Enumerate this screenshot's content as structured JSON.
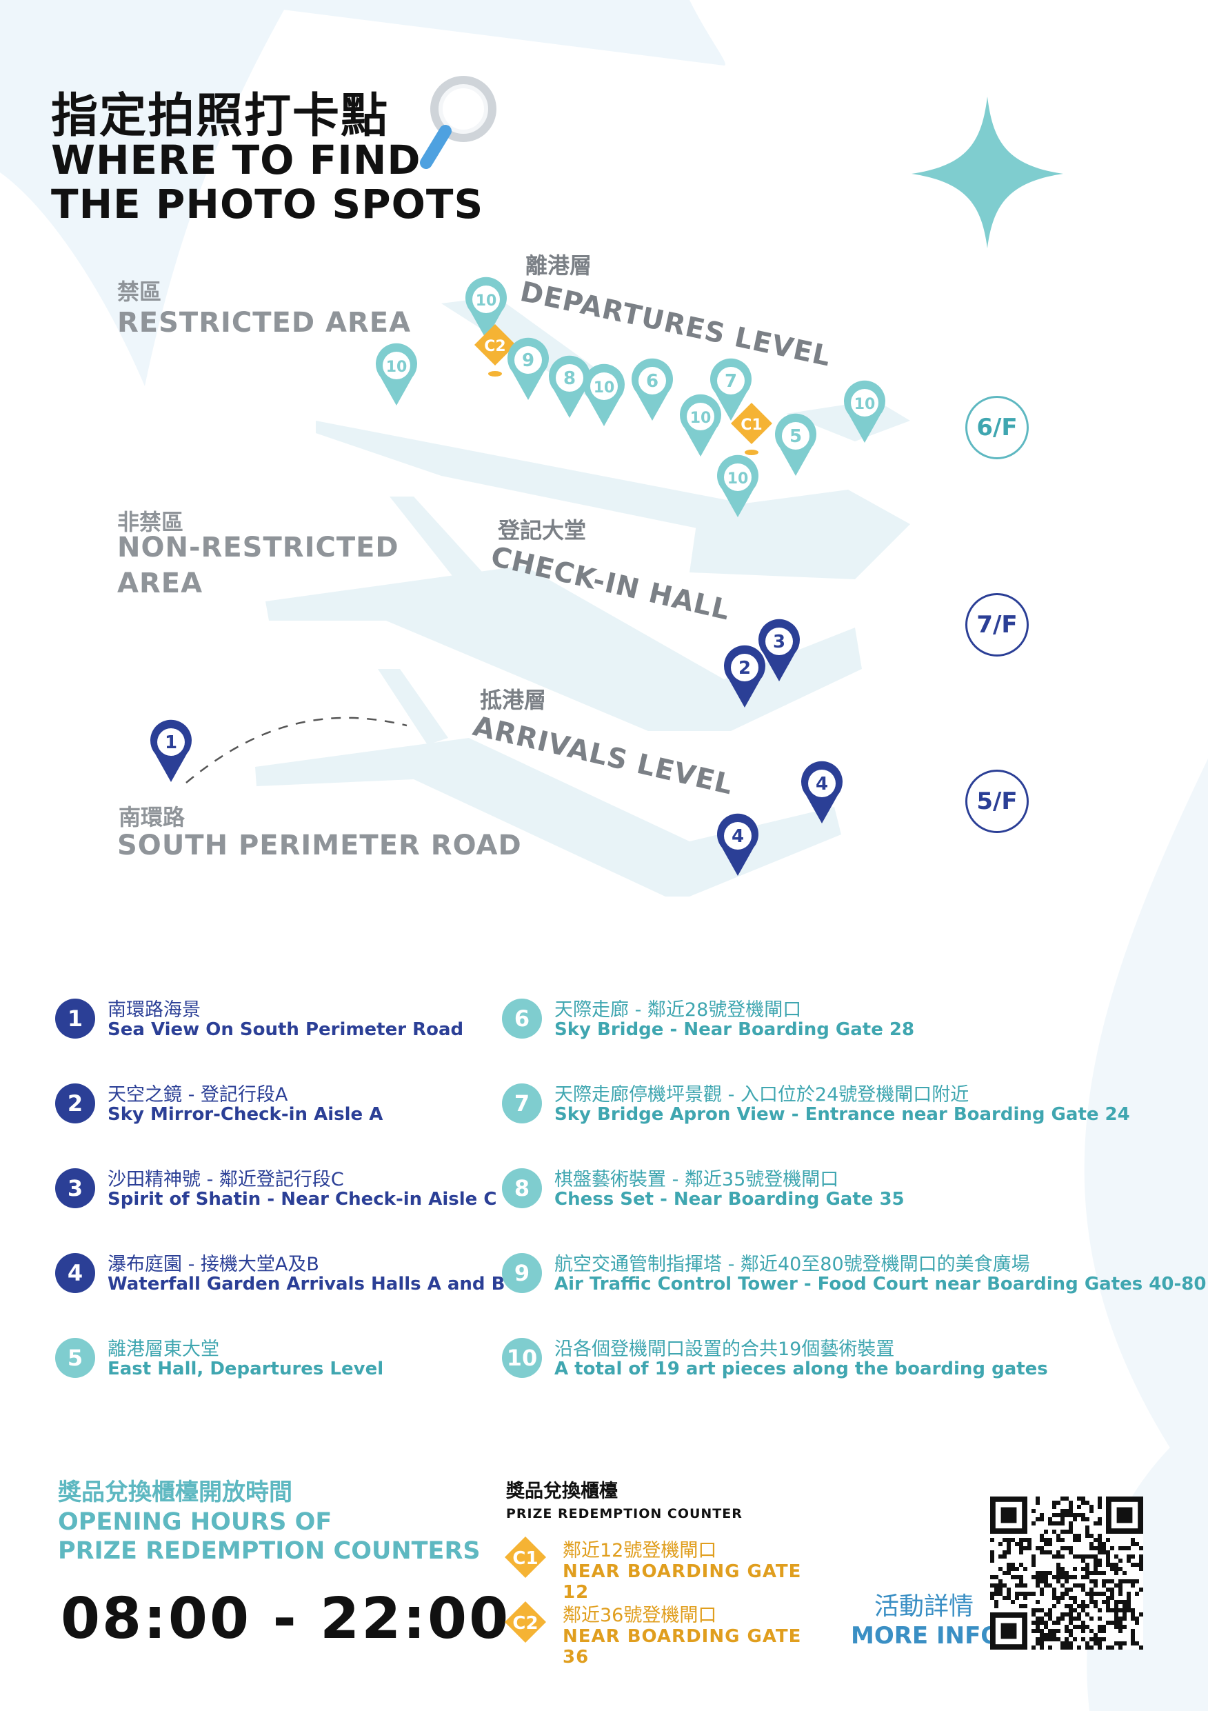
{
  "header": {
    "title_zh": "指定拍照打卡點",
    "title_en_line1": "WHERE TO FIND",
    "title_en_line2": "THE PHOTO SPOTS"
  },
  "zones": {
    "restricted_zh": "禁區",
    "restricted_en": "RESTRICTED AREA",
    "nonrestricted_zh": "非禁區",
    "nonrestricted_en_line1": "NON-RESTRICTED",
    "nonrestricted_en_line2": "AREA",
    "road_zh": "南環路",
    "road_en": "SOUTH PERIMETER ROAD"
  },
  "levels": {
    "departures_zh": "離港層",
    "departures_en": "DEPARTURES LEVEL",
    "checkin_zh": "登記大堂",
    "checkin_en": "CHECK-IN HALL",
    "arrivals_zh": "抵港層",
    "arrivals_en": "ARRIVALS LEVEL"
  },
  "floors": {
    "departures": "6/F",
    "checkin": "7/F",
    "arrivals": "5/F"
  },
  "map_pins": {
    "departures": [
      "10",
      "10",
      "C2",
      "9",
      "8",
      "10",
      "6",
      "7",
      "10",
      "C1",
      "5",
      "10",
      "10"
    ],
    "checkin": [
      "2",
      "3"
    ],
    "arrivals": [
      "4",
      "4"
    ],
    "road": [
      "1"
    ]
  },
  "legend": [
    {
      "num": "1",
      "zh": "南環路海景",
      "en": "Sea View On South Perimeter Road"
    },
    {
      "num": "2",
      "zh": "天空之鏡 - 登記行段A",
      "en": "Sky Mirror-Check-in Aisle A"
    },
    {
      "num": "3",
      "zh": "沙田精神號 - 鄰近登記行段C",
      "en": "Spirit of Shatin - Near Check-in Aisle C"
    },
    {
      "num": "4",
      "zh": "瀑布庭園 - 接機大堂A及B",
      "en": "Waterfall Garden Arrivals Halls A and B"
    },
    {
      "num": "5",
      "zh": "離港層東大堂",
      "en": "East Hall, Departures Level"
    },
    {
      "num": "6",
      "zh": "天際走廊 - 鄰近28號登機閘口",
      "en": "Sky Bridge - Near Boarding Gate 28"
    },
    {
      "num": "7",
      "zh": "天際走廊停機坪景觀 - 入口位於24號登機閘口附近",
      "en": "Sky Bridge Apron View - Entrance near Boarding Gate 24"
    },
    {
      "num": "8",
      "zh": "棋盤藝術裝置 - 鄰近35號登機閘口",
      "en": "Chess Set - Near Boarding Gate 35"
    },
    {
      "num": "9",
      "zh": "航空交通管制指揮塔 - 鄰近40至80號登機閘口的美食廣場",
      "en": "Air Traffic Control Tower - Food Court near Boarding Gates 40-80"
    },
    {
      "num": "10",
      "zh": "沿各個登機閘口設置的合共19個藝術裝置",
      "en": "A total of 19 art pieces along the boarding gates"
    }
  ],
  "hours": {
    "title_zh": "獎品兌換櫃檯開放時間",
    "title_en_line1": "OPENING HOURS OF",
    "title_en_line2": "PRIZE REDEMPTION COUNTERS",
    "time": "08:00 - 22:00"
  },
  "prize": {
    "title_zh": "獎品兌換櫃檯",
    "title_en": "PRIZE REDEMPTION COUNTER",
    "counters": [
      {
        "code": "C1",
        "zh": "鄰近12號登機閘口",
        "en": "NEAR BOARDING GATE 12"
      },
      {
        "code": "C2",
        "zh": "鄰近36號登機閘口",
        "en": "NEAR BOARDING GATE 36"
      }
    ]
  },
  "more_info": {
    "zh": "活動詳情",
    "en": "MORE INFO"
  },
  "colors": {
    "dark_blue": "#2b3f96",
    "teal": "#7fcdcf",
    "teal_text": "#3fa6b0",
    "orange": "#f5b334",
    "path": "#e8f3f7"
  }
}
